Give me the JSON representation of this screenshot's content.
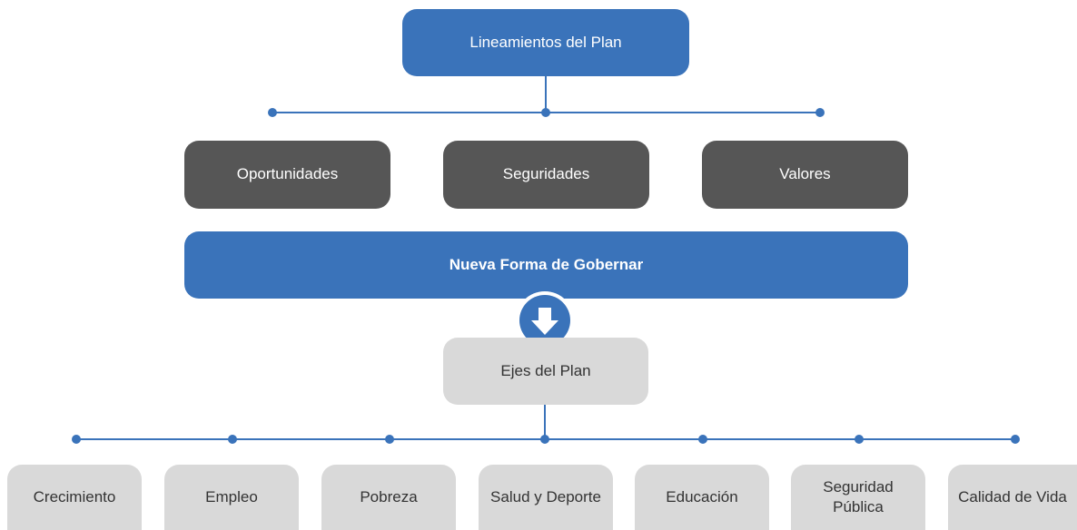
{
  "colors": {
    "blue": "#3a73ba",
    "dark_gray": "#565656",
    "light_gray": "#d9d9d9",
    "connector": "#3a73ba"
  },
  "top": {
    "label": "Lineamientos del Plan"
  },
  "pillars": [
    {
      "label": "Oportunidades"
    },
    {
      "label": "Seguridades"
    },
    {
      "label": "Valores"
    }
  ],
  "band": {
    "label": "Nueva Forma de Gobernar"
  },
  "arrow": {
    "icon": "down-arrow-icon"
  },
  "ejes": {
    "label": "Ejes del Plan"
  },
  "axes": [
    {
      "label": "Crecimiento"
    },
    {
      "label": "Empleo"
    },
    {
      "label": "Pobreza"
    },
    {
      "label": "Salud y Deporte"
    },
    {
      "label": "Educación"
    },
    {
      "label": "Seguridad Pública"
    },
    {
      "label": "Calidad de Vida"
    }
  ]
}
